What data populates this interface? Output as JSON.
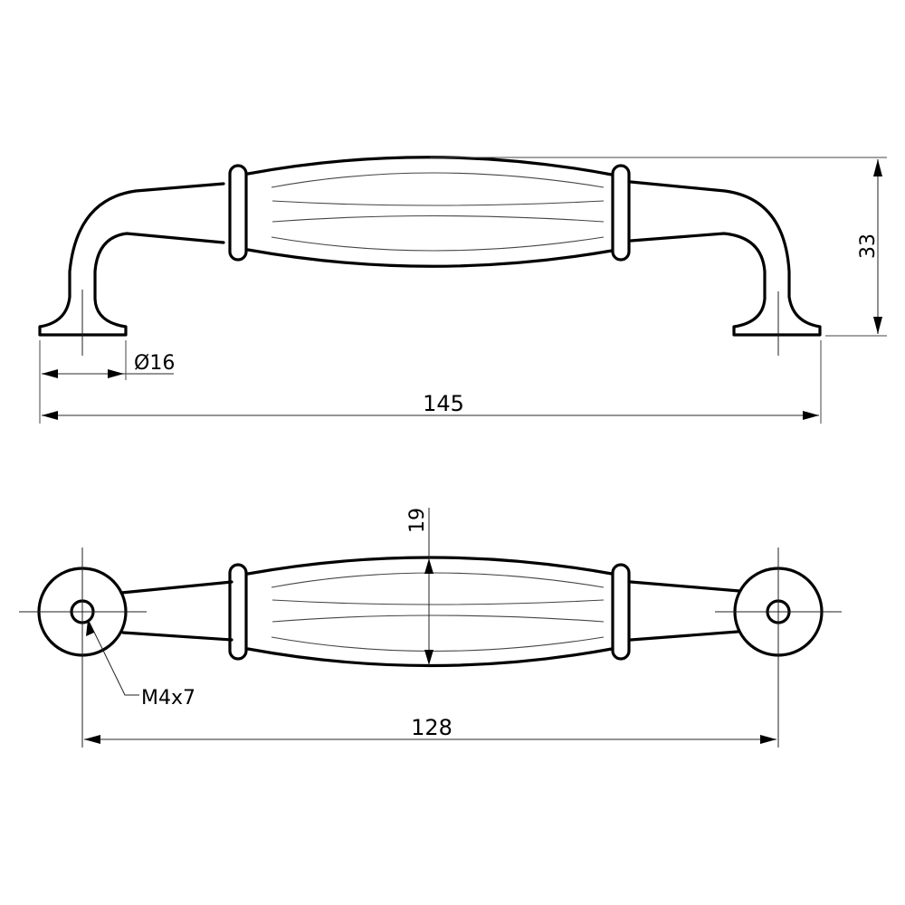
{
  "drawing": {
    "title": "Cabinet handle technical drawing",
    "views": [
      "side-view",
      "top-view"
    ],
    "colors": {
      "line": "#000000",
      "dimension": "#555555",
      "background": "#ffffff"
    }
  },
  "side_view": {
    "dimensions": {
      "overall_length": "145",
      "height": "33",
      "foot_diameter": "Ø16"
    }
  },
  "top_view": {
    "dimensions": {
      "hole_spacing": "128",
      "grip_width": "19",
      "thread": "M4x7"
    }
  }
}
